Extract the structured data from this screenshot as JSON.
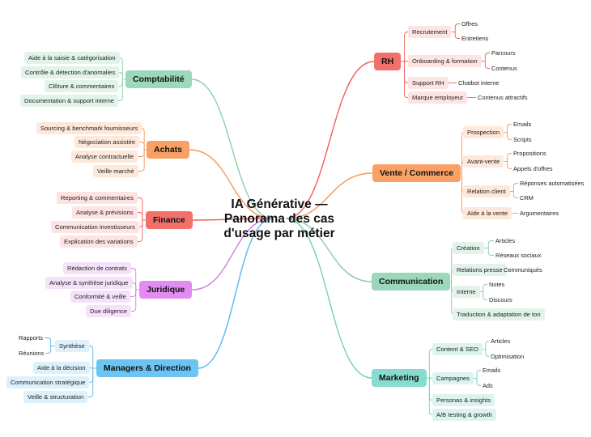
{
  "title": "IA Générative —\nPanorama des cas\nd'usage par métier",
  "branches": {
    "rh": {
      "label": "RH",
      "color": "#f1605c",
      "fill": "#f36f6a",
      "light": "#fde4e2",
      "items": [
        {
          "label": "Recrutement",
          "leaves": [
            "Offres",
            "Entretiens"
          ]
        },
        {
          "label": "Onboarding & formation",
          "leaves": [
            "Parcours",
            "Contenus"
          ]
        },
        {
          "label": "Support RH",
          "leaves": [
            "Chatbot interne"
          ]
        },
        {
          "label": "Marque employeur",
          "leaves": [
            "Contenus attractifs"
          ]
        }
      ]
    },
    "vente": {
      "label": "Vente / Commerce",
      "color": "#f7985a",
      "fill": "#f9a065",
      "light": "#fde8d9",
      "items": [
        {
          "label": "Prospection",
          "leaves": [
            "Emails",
            "Scripts"
          ]
        },
        {
          "label": "Avant-vente",
          "leaves": [
            "Propositions",
            "Appels d'offres"
          ]
        },
        {
          "label": "Relation client",
          "leaves": [
            "Réponses automatisées",
            "CRM"
          ]
        },
        {
          "label": "Aide à la vente",
          "leaves": [
            "Argumentaires"
          ]
        }
      ]
    },
    "communication": {
      "label": "Communication",
      "color": "#8ac9ab",
      "fill": "#9bd7bb",
      "light": "#e2f3ea",
      "items": [
        {
          "label": "Création",
          "leaves": [
            "Articles",
            "Réseaux sociaux"
          ]
        },
        {
          "label": "Relations presse",
          "leaves": [
            "Communiqués"
          ]
        },
        {
          "label": "Interne",
          "leaves": [
            "Notes",
            "Discours"
          ]
        },
        {
          "label": "Traduction & adaptation de ton",
          "leaves": []
        }
      ]
    },
    "marketing": {
      "label": "Marketing",
      "color": "#72d0c3",
      "fill": "#86dccf",
      "light": "#dcf4f0",
      "items": [
        {
          "label": "Content & SEO",
          "leaves": [
            "Articles",
            "Optimisation"
          ]
        },
        {
          "label": "Campagnes",
          "leaves": [
            "Emails",
            "Ads"
          ]
        },
        {
          "label": "Personas & insights",
          "leaves": []
        },
        {
          "label": "A/B testing & growth",
          "leaves": []
        }
      ]
    },
    "comptabilite": {
      "label": "Comptabilité",
      "color": "#8ccfae",
      "fill": "#9cd9bb",
      "light": "#e2f3ea",
      "items": [
        {
          "label": "Aide à la saisie & catégorisation"
        },
        {
          "label": "Contrôle & détection d'anomalies"
        },
        {
          "label": "Clôture & commentaires"
        },
        {
          "label": "Documentation & support interne"
        }
      ]
    },
    "achats": {
      "label": "Achats",
      "color": "#f7985a",
      "fill": "#f9a065",
      "light": "#fde8d9",
      "items": [
        {
          "label": "Sourcing & benchmark fournisseurs"
        },
        {
          "label": "Négociation assistée"
        },
        {
          "label": "Analyse contractuelle"
        },
        {
          "label": "Veille marché"
        }
      ]
    },
    "finance": {
      "label": "Finance",
      "color": "#f1605c",
      "fill": "#f36f6a",
      "light": "#fde4e2",
      "items": [
        {
          "label": "Reporting & commentaires"
        },
        {
          "label": "Analyse & prévisions"
        },
        {
          "label": "Communication investisseurs"
        },
        {
          "label": "Explication des variations"
        }
      ]
    },
    "juridique": {
      "label": "Juridique",
      "color": "#d47be6",
      "fill": "#e08cf0",
      "light": "#f6e1fa",
      "items": [
        {
          "label": "Rédaction de contrats"
        },
        {
          "label": "Analyse & synthèse juridique"
        },
        {
          "label": "Conformité & veille"
        },
        {
          "label": "Due diligence"
        }
      ]
    },
    "managers": {
      "label": "Managers & Direction",
      "color": "#56b8ee",
      "fill": "#6cc4f3",
      "light": "#ddf0fb",
      "items": [
        {
          "label": "Synthèse",
          "leaves": [
            "Rapports",
            "Réunions"
          ]
        },
        {
          "label": "Aide à la décision",
          "leaves": []
        },
        {
          "label": "Communication stratégique",
          "leaves": []
        },
        {
          "label": "Veille & structuration",
          "leaves": []
        }
      ]
    }
  }
}
